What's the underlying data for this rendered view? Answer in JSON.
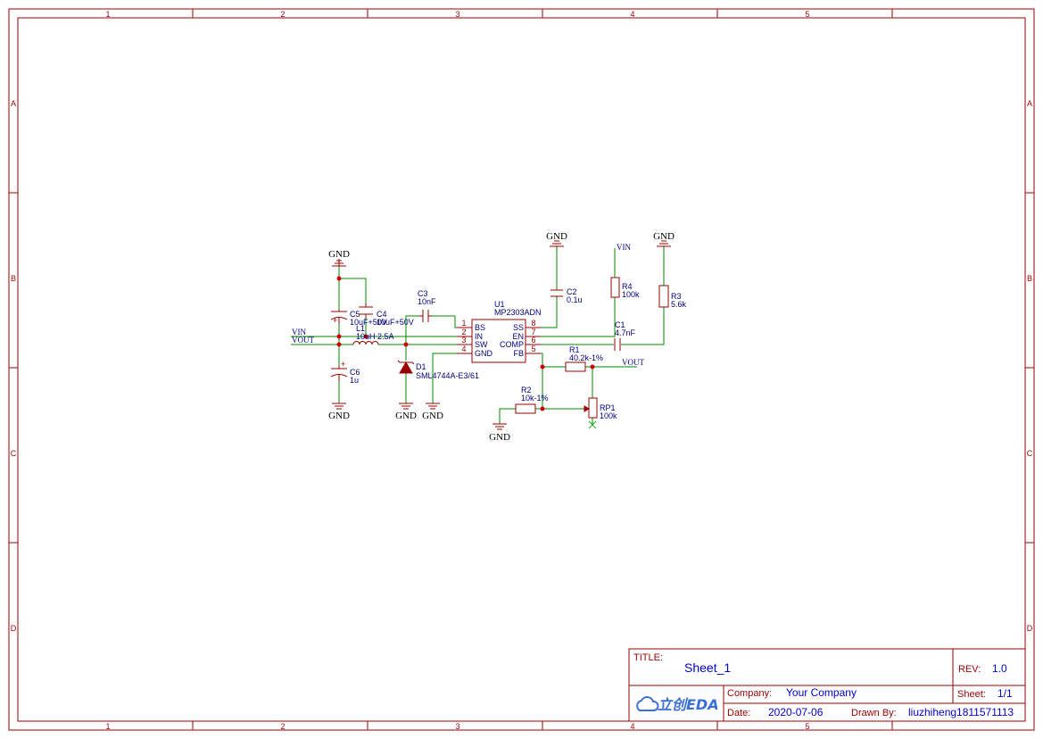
{
  "frame": {
    "columns": [
      "1",
      "2",
      "3",
      "4",
      "5"
    ],
    "rows": [
      "A",
      "B",
      "C",
      "D"
    ]
  },
  "title_block": {
    "title_label": "TITLE:",
    "title": "Sheet_1",
    "rev_label": "REV:",
    "rev": "1.0",
    "company_label": "Company:",
    "company": "Your Company",
    "sheet_label": "Sheet:",
    "sheet": "1/1",
    "date_label": "Date:",
    "date": "2020-07-06",
    "drawn_label": "Drawn By:",
    "drawn": "liuzhiheng1811571113",
    "logo_cn": "立创",
    "logo_en": "EDA"
  },
  "schematic": {
    "gnd_label": "GND",
    "nets": {
      "vin": "VIN",
      "vout": "VOUT"
    },
    "u1": {
      "ref": "U1",
      "value": "MP2303ADN",
      "left_pins": [
        {
          "num": "1",
          "name": "BS"
        },
        {
          "num": "2",
          "name": "IN"
        },
        {
          "num": "3",
          "name": "SW"
        },
        {
          "num": "4",
          "name": "GND"
        }
      ],
      "right_pins": [
        {
          "num": "8",
          "name": "SS"
        },
        {
          "num": "7",
          "name": "EN"
        },
        {
          "num": "6",
          "name": "COMP"
        },
        {
          "num": "5",
          "name": "FB"
        }
      ]
    },
    "c5": {
      "ref": "C5",
      "value": "10uF+50V"
    },
    "c4": {
      "ref": "C4",
      "value": "10uF+50V"
    },
    "c6": {
      "ref": "C6",
      "value": "1u"
    },
    "c3": {
      "ref": "C3",
      "value": "10nF"
    },
    "c2": {
      "ref": "C2",
      "value": "0.1u"
    },
    "c1": {
      "ref": "C1",
      "value": "4.7nF"
    },
    "l1": {
      "ref": "L1",
      "value": "10uH 2.5A"
    },
    "d1": {
      "ref": "D1",
      "value": "SML4744A-E3/61"
    },
    "r1": {
      "ref": "R1",
      "value": "40.2k-1%"
    },
    "r2": {
      "ref": "R2",
      "value": "10k-1%"
    },
    "r3": {
      "ref": "R3",
      "value": "5.6k"
    },
    "r4": {
      "ref": "R4",
      "value": "100k"
    },
    "rp1": {
      "ref": "RP1",
      "value": "100k"
    }
  }
}
